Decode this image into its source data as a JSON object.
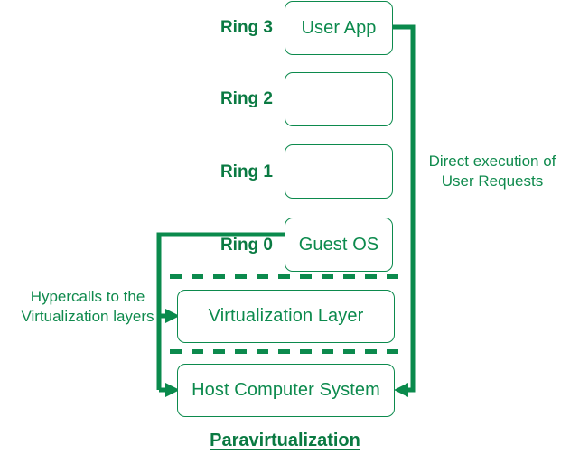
{
  "diagram": {
    "title": "Paravirtualization",
    "accent_color": "#0c8a4d",
    "label_color": "#0a7a42",
    "background_color": "#ffffff",
    "ring_labels": [
      {
        "name": "ring-3",
        "text": "Ring 3"
      },
      {
        "name": "ring-2",
        "text": "Ring 2"
      },
      {
        "name": "ring-1",
        "text": "Ring 1"
      },
      {
        "name": "ring-0",
        "text": "Ring 0"
      }
    ],
    "boxes": [
      {
        "name": "user-app",
        "text": "User App"
      },
      {
        "name": "ring2-empty",
        "text": ""
      },
      {
        "name": "ring1-empty",
        "text": ""
      },
      {
        "name": "guest-os",
        "text": "Guest OS"
      },
      {
        "name": "virtualization-layer",
        "text": "Virtualization Layer"
      },
      {
        "name": "host-computer-system",
        "text": "Host Computer System"
      }
    ],
    "annotations": [
      {
        "name": "hypercalls-note",
        "text": "Hypercalls to the\nVirtualization layers"
      },
      {
        "name": "direct-execution-note",
        "text": "Direct execution of\nUser Requests"
      }
    ],
    "separators": [
      {
        "name": "dashed-separator-upper",
        "style": "dashed"
      },
      {
        "name": "dashed-separator-lower",
        "style": "dashed"
      }
    ],
    "connectors": [
      {
        "name": "user-app-to-host-connector",
        "from": "user-app",
        "to": "host-computer-system",
        "arrow": "left"
      },
      {
        "name": "guest-os-to-virtualization-connector",
        "from": "guest-os",
        "to": "virtualization-layer",
        "arrow": "right"
      },
      {
        "name": "guest-os-to-host-connector",
        "from": "guest-os",
        "to": "host-computer-system",
        "arrow": "right"
      }
    ]
  }
}
